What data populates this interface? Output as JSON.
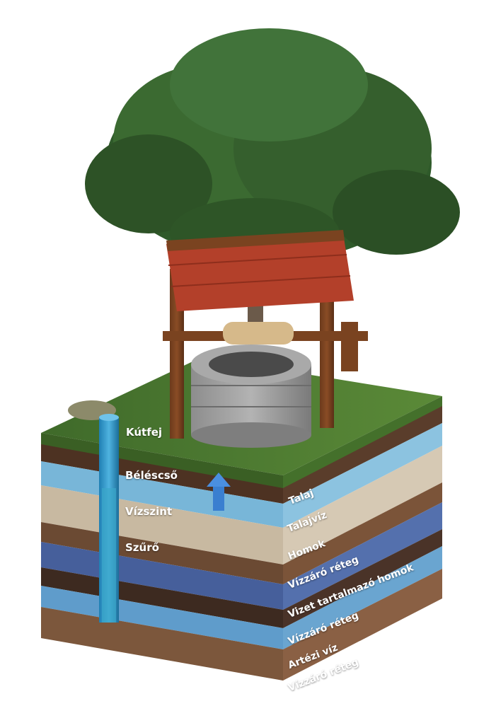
{
  "left_labels": {
    "wellhead": "Kútfej",
    "casing": "Béléscső",
    "water_level": "Vízszint",
    "filter": "Szűrő"
  },
  "layers": [
    {
      "label": "Talaj",
      "color": "#5a3d2b"
    },
    {
      "label": "Talajvíz",
      "color": "#7fb7d8"
    },
    {
      "label": "Homok",
      "color": "#c9bba6"
    },
    {
      "label": "Vízzáró réteg",
      "color": "#7b5439"
    },
    {
      "label": "Vizet tartalmazó homok",
      "color": "#4f6aa8"
    },
    {
      "label": "Vízzáró réteg",
      "color": "#4a3328"
    },
    {
      "label": "Artézi víz",
      "color": "#6aa5d0"
    },
    {
      "label": "Vízzáró réteg",
      "color": "#8a6044"
    }
  ]
}
